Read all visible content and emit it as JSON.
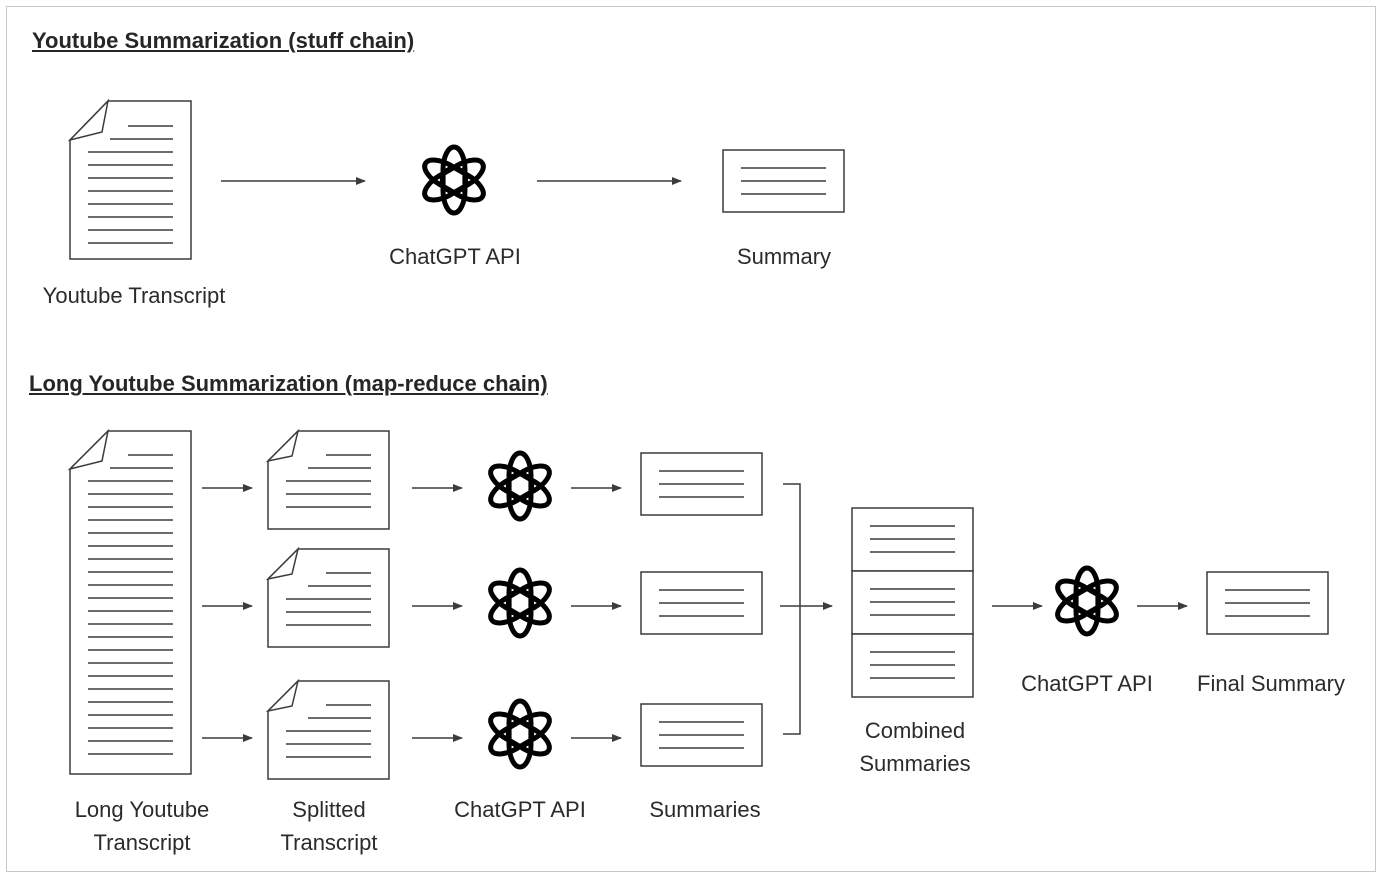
{
  "sections": {
    "stuff": {
      "title": "Youtube Summarization (stuff chain)",
      "labels": {
        "transcript": "Youtube Transcript",
        "api": "ChatGPT API",
        "summary": "Summary"
      }
    },
    "mapreduce": {
      "title": "Long Youtube Summarization (map-reduce chain)",
      "labels": {
        "long_transcript_line1": "Long Youtube",
        "long_transcript_line2": "Transcript",
        "splitted_line1": "Splitted",
        "splitted_line2": "Transcript",
        "api": "ChatGPT API",
        "summaries": "Summaries",
        "combined_line1": "Combined",
        "combined_line2": "Summaries",
        "final_api": "ChatGPT API",
        "final_summary": "Final Summary"
      }
    }
  },
  "icons": {
    "document": "document-icon",
    "summary": "summary-card-icon",
    "openai": "openai-logo-icon"
  },
  "colors": {
    "stroke": "#3c3c3c",
    "frame": "#c7c7c7",
    "text": "#2b2b2b"
  }
}
